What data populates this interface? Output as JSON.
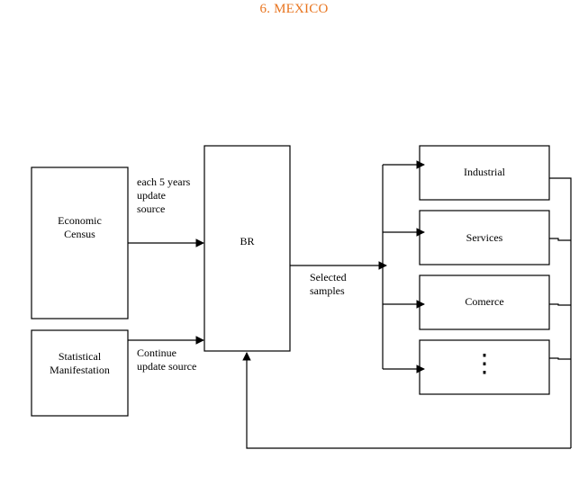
{
  "title": "6. MEXICO",
  "colors": {
    "title": "#E8741E",
    "stroke": "#000000",
    "background": "#ffffff"
  },
  "nodes": {
    "economic_census": "Economic\nCensus",
    "statistical_manifestation": "Statistical\nManifestation",
    "br": "BR",
    "industrial": "Industrial",
    "services": "Services",
    "comerce": "Comerce",
    "ellipsis": "⋮"
  },
  "edge_labels": {
    "census_to_br": "each 5 years\nupdate\nsource",
    "manifestation_to_br": "Continue\nupdate source",
    "br_to_sectors": "Selected\nsamples"
  },
  "edges": [
    {
      "from": "economic_census",
      "to": "br"
    },
    {
      "from": "statistical_manifestation",
      "to": "br"
    },
    {
      "from": "br",
      "to": "sectors"
    },
    {
      "from": "sectors",
      "to": "industrial"
    },
    {
      "from": "sectors",
      "to": "services"
    },
    {
      "from": "sectors",
      "to": "comerce"
    },
    {
      "from": "sectors",
      "to": "ellipsis"
    },
    {
      "from": "industrial",
      "to": "br",
      "type": "feedback"
    },
    {
      "from": "services",
      "to": "br",
      "type": "feedback"
    },
    {
      "from": "comerce",
      "to": "br",
      "type": "feedback"
    },
    {
      "from": "ellipsis",
      "to": "br",
      "type": "feedback"
    }
  ]
}
